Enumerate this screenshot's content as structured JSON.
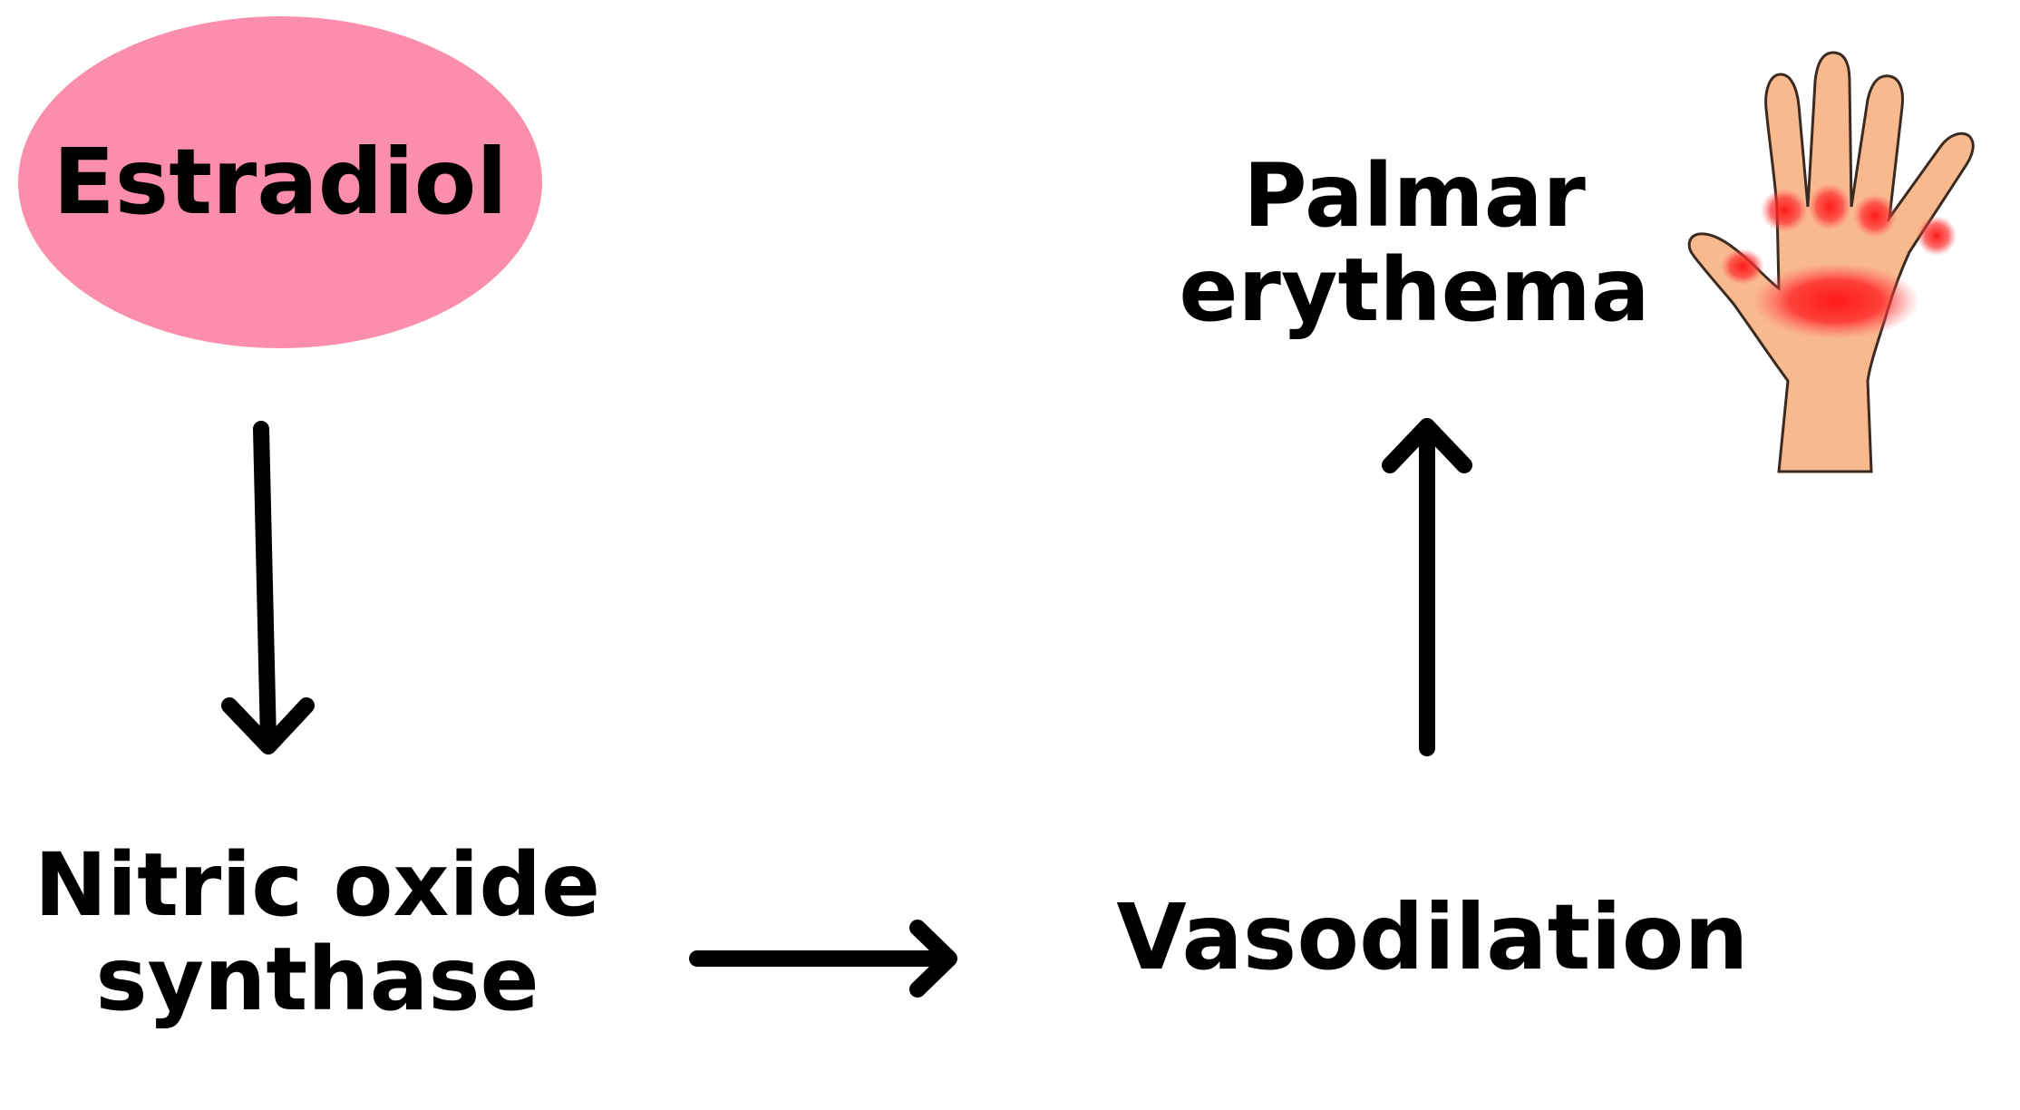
{
  "diagram": {
    "nodes": {
      "estradiol": {
        "label": "Estradiol",
        "fill": "#fa8eac"
      },
      "nitric_oxide_synthase": {
        "line1": "Nitric oxide",
        "line2": "synthase"
      },
      "vasodilation": {
        "label": "Vasodilation"
      },
      "palmar_erythema": {
        "line1": "Palmar",
        "line2": "erythema"
      }
    },
    "edges": [
      {
        "from": "estradiol",
        "to": "nitric_oxide_synthase"
      },
      {
        "from": "nitric_oxide_synthase",
        "to": "vasodilation"
      },
      {
        "from": "vasodilation",
        "to": "palmar_erythema"
      }
    ],
    "illustration": {
      "icon": "hand-icon",
      "skin_color": "#f9b98f",
      "redness_color": "#ff1a1a"
    }
  }
}
